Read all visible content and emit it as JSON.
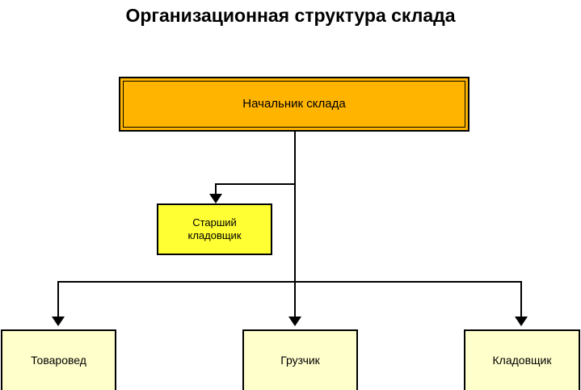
{
  "title": "Организационная структура склада",
  "diagram": {
    "type": "org-chart",
    "orientation": "top-down",
    "levels": 3,
    "nodes": [
      {
        "id": "root",
        "label": "Начальник склада",
        "level": 1,
        "fill": "#FFB400",
        "border": "#000000",
        "style": "double-border"
      },
      {
        "id": "senior-storekeeper",
        "label": "Старший кладовщик",
        "label_line1": "Старший",
        "label_line2": "кладовщик",
        "level": 2,
        "fill": "#FFFF33",
        "border": "#000000",
        "parent": "root"
      },
      {
        "id": "merchandiser",
        "label": "Товаровед",
        "level": 3,
        "fill": "#FFFFCC",
        "border": "#000000",
        "parent": "root"
      },
      {
        "id": "loader",
        "label": "Грузчик",
        "level": 3,
        "fill": "#FFFFCC",
        "border": "#000000",
        "parent": "root"
      },
      {
        "id": "storekeeper",
        "label": "Кладовщик",
        "level": 3,
        "fill": "#FFFFCC",
        "border": "#000000",
        "parent": "root"
      }
    ],
    "edges": [
      {
        "from": "root",
        "to": "senior-storekeeper",
        "arrow": "down"
      },
      {
        "from": "root",
        "to": "merchandiser",
        "arrow": "down"
      },
      {
        "from": "root",
        "to": "loader",
        "arrow": "down"
      },
      {
        "from": "root",
        "to": "storekeeper",
        "arrow": "down"
      }
    ]
  },
  "colors": {
    "background": "#FFFFFF",
    "root_fill": "#FFB400",
    "mid_fill": "#FFFF33",
    "leaf_fill": "#FFFFCC",
    "line": "#000000",
    "text": "#000000"
  }
}
